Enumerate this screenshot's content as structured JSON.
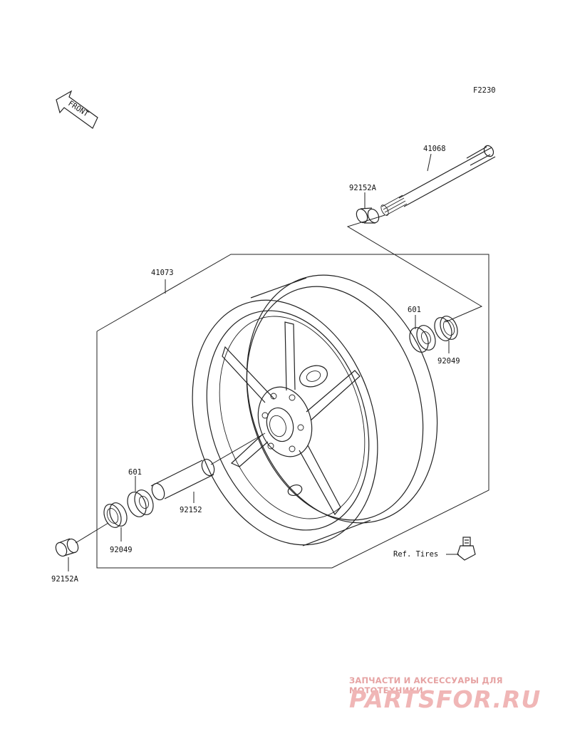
{
  "diagram": {
    "code": "F2230",
    "front_label": "FRONT",
    "callouts": {
      "axle": "41068",
      "collar_top": "92152A",
      "wheel": "41073",
      "bearing_right": "601",
      "seal_right": "92049",
      "bearing_left": "601",
      "spacer": "92152",
      "seal_left": "92049",
      "collar_bottom": "92152A",
      "ref_tires": "Ref. Tires"
    }
  },
  "watermark": {
    "tagline": "ЗАПЧАСТИ И АКСЕССУАРЫ ДЛЯ МОТОТЕХНИКИ",
    "brand": "PARTSFOR.RU"
  },
  "colors": {
    "line": "#222222",
    "watermark": "#f0b6b6"
  }
}
